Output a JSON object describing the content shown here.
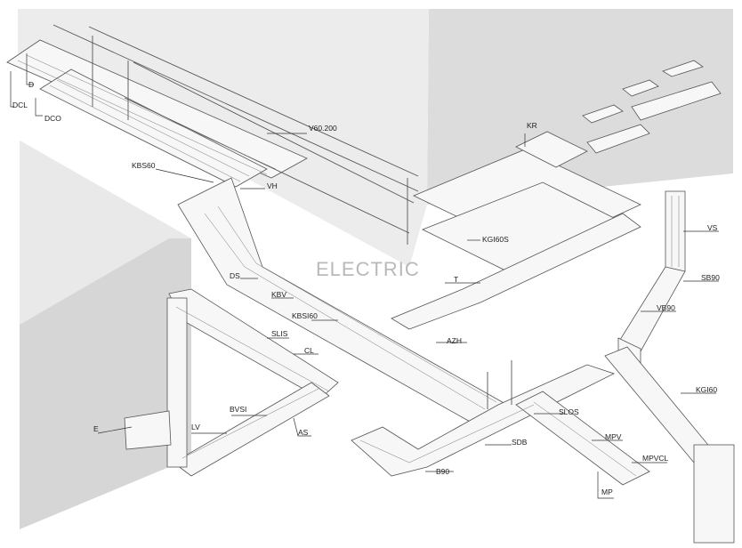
{
  "labels": [
    {
      "key": "D",
      "text": "D"
    },
    {
      "key": "DCL",
      "text": "DCL"
    },
    {
      "key": "DCO",
      "text": "DCO"
    },
    {
      "key": "V60_200",
      "text": "V60.200"
    },
    {
      "key": "KBS60",
      "text": "KBS60"
    },
    {
      "key": "VH",
      "text": "VH"
    },
    {
      "key": "KR",
      "text": "KR"
    },
    {
      "key": "KGI60S",
      "text": "KGI60S"
    },
    {
      "key": "VS",
      "text": "VS"
    },
    {
      "key": "SB90",
      "text": "SB90"
    },
    {
      "key": "DS",
      "text": "DS"
    },
    {
      "key": "T",
      "text": "T"
    },
    {
      "key": "KBV",
      "text": "KBV"
    },
    {
      "key": "KBSI60",
      "text": "KBSI60"
    },
    {
      "key": "VB90",
      "text": "VB90"
    },
    {
      "key": "SLIS",
      "text": "SLIS"
    },
    {
      "key": "AZH",
      "text": "AZH"
    },
    {
      "key": "CL",
      "text": "CL"
    },
    {
      "key": "KGI60",
      "text": "KGI60"
    },
    {
      "key": "BVSI",
      "text": "BVSI"
    },
    {
      "key": "SLOS",
      "text": "SLOS"
    },
    {
      "key": "E",
      "text": "E"
    },
    {
      "key": "LV",
      "text": "LV"
    },
    {
      "key": "AS",
      "text": "AS"
    },
    {
      "key": "MPV",
      "text": "MPV"
    },
    {
      "key": "SDB",
      "text": "SDB"
    },
    {
      "key": "MPVCL",
      "text": "MPVCL"
    },
    {
      "key": "B90",
      "text": "B90"
    },
    {
      "key": "MP",
      "text": "MP"
    }
  ],
  "watermark": "ELECTRIC"
}
